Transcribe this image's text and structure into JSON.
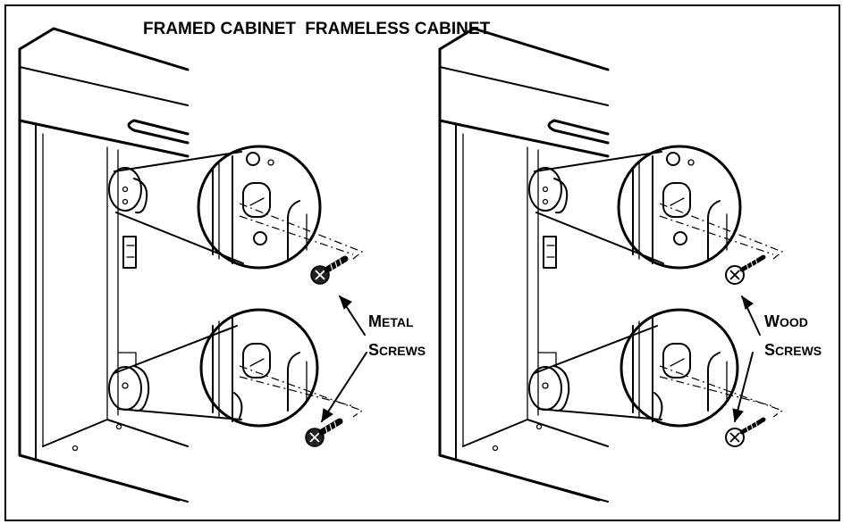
{
  "title": {
    "framed": "FRAMED CABINET",
    "frameless": "FRAMELESS CABINET"
  },
  "panels": [
    {
      "screw_type": "metal",
      "label_line1_first": "M",
      "label_line1_rest": "ETAL",
      "label_line2_first": "S",
      "label_line2_rest": "CREWS"
    },
    {
      "screw_type": "wood",
      "label_line1_first": "W",
      "label_line1_rest": "OOD",
      "label_line2_first": "S",
      "label_line2_rest": "CREWS"
    }
  ]
}
